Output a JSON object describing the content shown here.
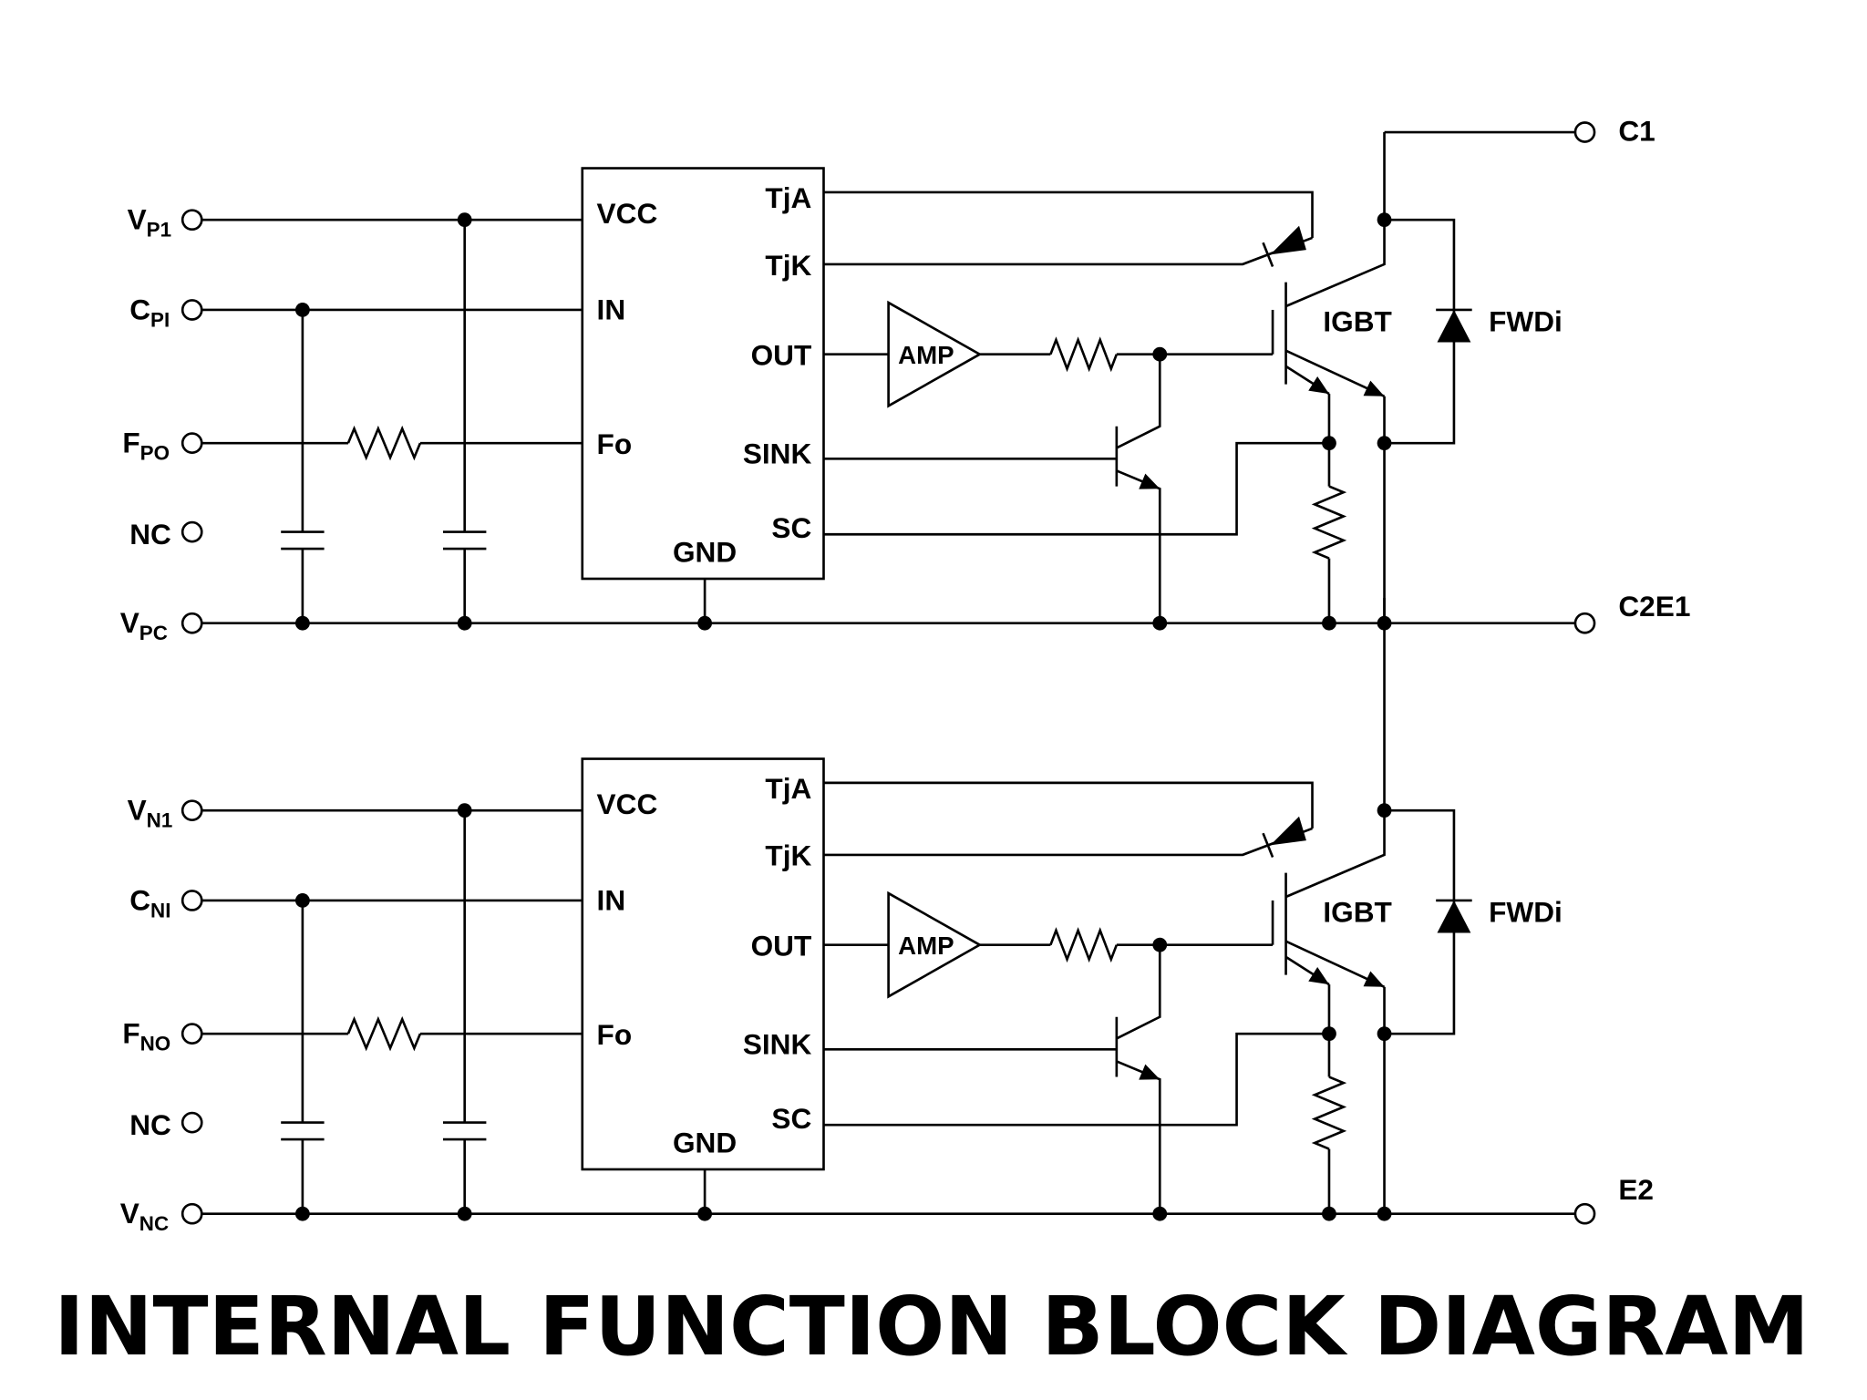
{
  "title": "INTERNAL FUNCTION BLOCK DIAGRAM",
  "colors": {
    "line": "#000000",
    "background": "#ffffff"
  },
  "upper": {
    "inputs": [
      {
        "main": "V",
        "sub": "P1"
      },
      {
        "main": "C",
        "sub": "PI"
      },
      {
        "main": "F",
        "sub": "PO"
      },
      {
        "main": "NC",
        "sub": ""
      },
      {
        "main": "V",
        "sub": "PC"
      }
    ],
    "outputs": {
      "top": "C1",
      "rail": "C2E1"
    }
  },
  "lower": {
    "inputs": [
      {
        "main": "V",
        "sub": "N1"
      },
      {
        "main": "C",
        "sub": "NI"
      },
      {
        "main": "F",
        "sub": "NO"
      },
      {
        "main": "NC",
        "sub": ""
      },
      {
        "main": "V",
        "sub": "NC"
      }
    ],
    "outputs": {
      "rail": "E2"
    }
  },
  "ic_pins": {
    "left": [
      "VCC",
      "IN",
      "Fo"
    ],
    "right": [
      "TjA",
      "TjK",
      "OUT",
      "SINK",
      "SC"
    ],
    "bottom": "GND"
  },
  "amp_label": "AMP",
  "igbt_label": "IGBT",
  "diode_label": "FWDi"
}
